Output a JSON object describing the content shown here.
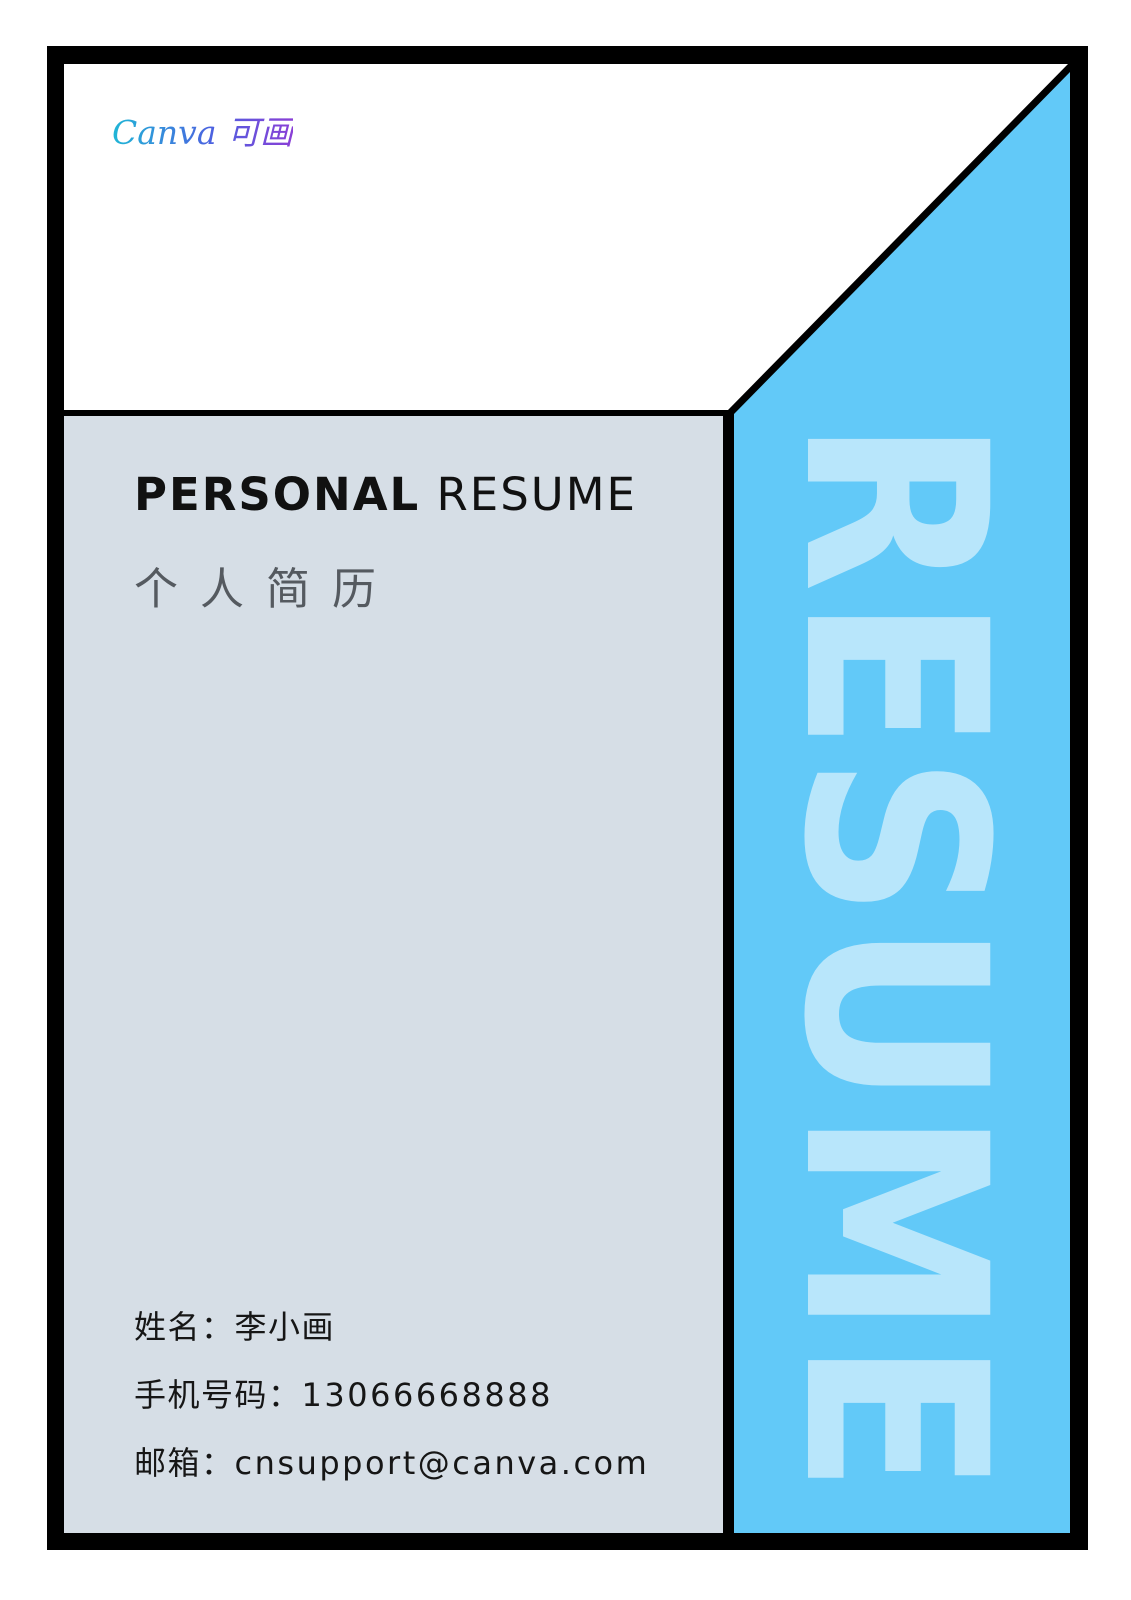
{
  "logo": {
    "text": "Canva 可画"
  },
  "title": {
    "bold": "PERSONAL",
    "light": "RESUME"
  },
  "subtitle": "个人简历",
  "watermark": "RESUME",
  "info": {
    "name_label": "姓名：",
    "name": "李小画",
    "phone_label": "手机号码：",
    "phone": "13066668888",
    "email_label": "邮箱：",
    "email": "cnsupport@canva.com"
  },
  "colors": {
    "frame": "#000000",
    "top_panel": "#ffffff",
    "left_panel": "#d6dee6",
    "right_panel": "#62c9f8",
    "watermark": "#b8e6fb"
  }
}
